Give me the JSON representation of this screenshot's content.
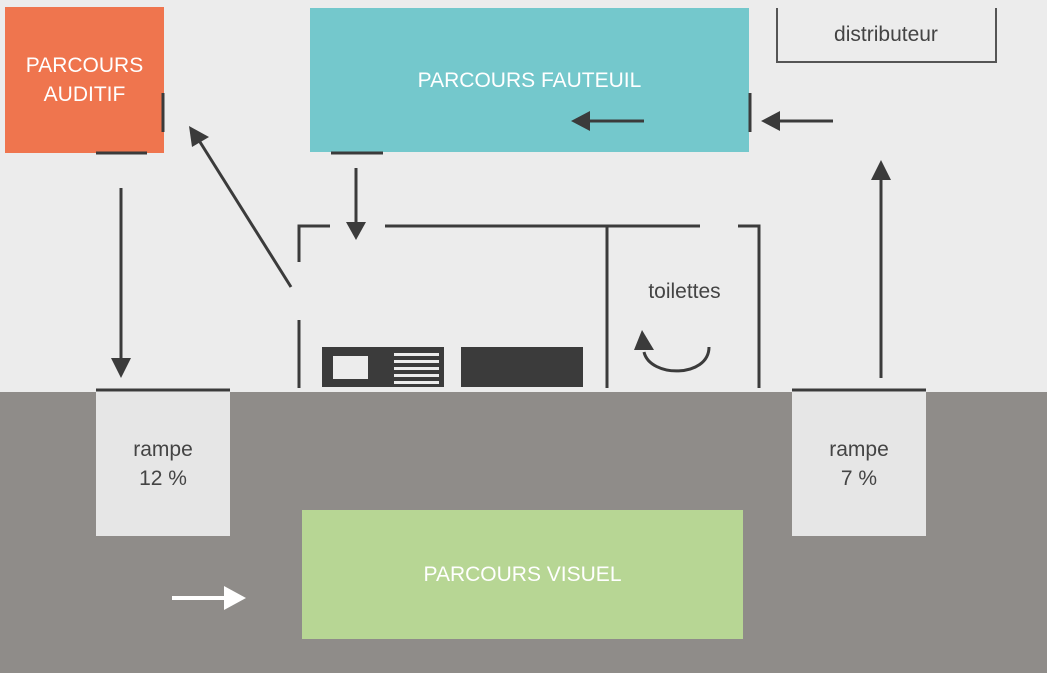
{
  "zones": {
    "parcours_auditif": "PARCOURS\nAUDITIF",
    "parcours_fauteuil": "PARCOURS FAUTEUIL",
    "parcours_visuel": "PARCOURS VISUEL",
    "distributeur": "distributeur",
    "toilettes": "toilettes",
    "rampe_left": "rampe\n12 %",
    "rampe_right": "rampe\n7 %"
  },
  "colors": {
    "auditif": "#ef754e",
    "fauteuil": "#74c8cc",
    "visuel": "#b7d694",
    "upper_floor": "#ececec",
    "lower_floor": "#8f8c89",
    "lines": "#3b3b3b"
  }
}
